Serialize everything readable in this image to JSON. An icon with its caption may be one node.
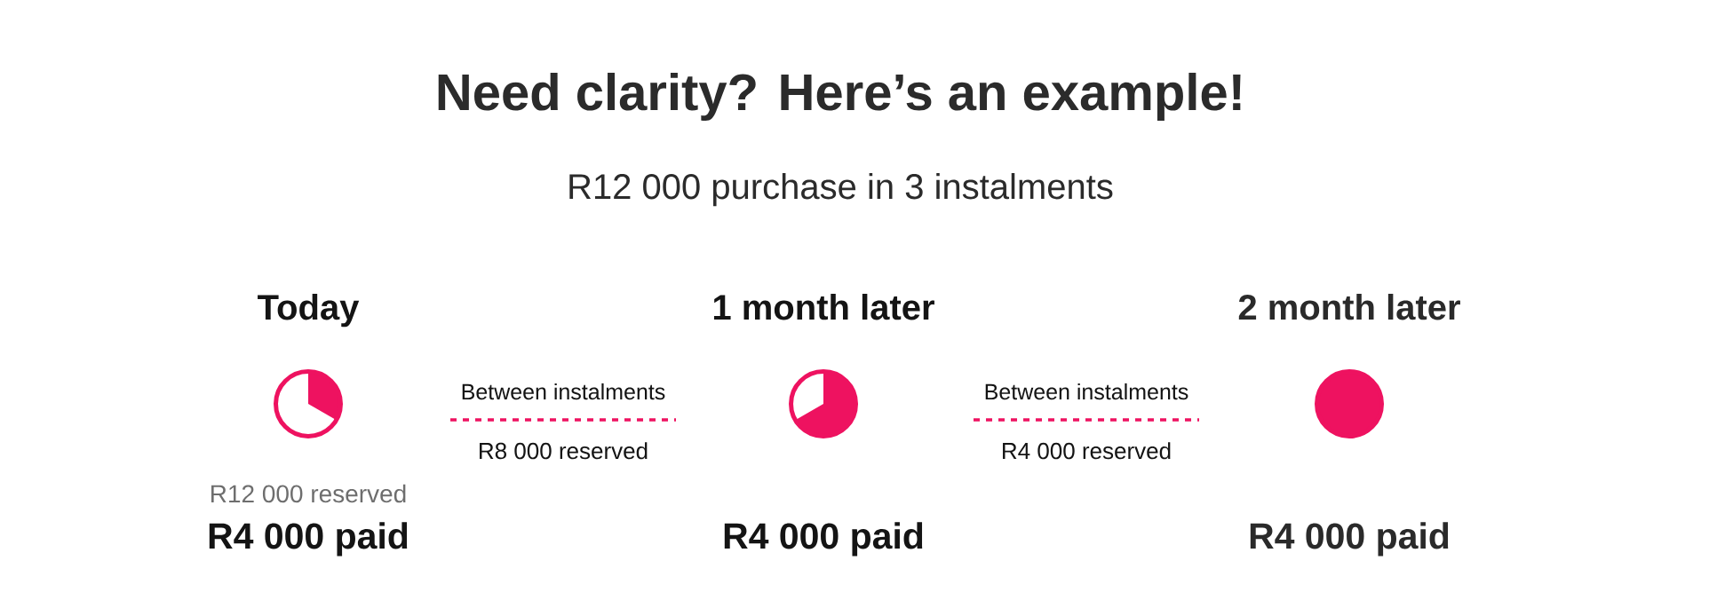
{
  "diagram": {
    "title": "Need clarity? Here’s an example!",
    "nodes": [
      {
        "text": [
          "Today"
        ],
        "beside": [
          "R12 000 reserved",
          "R4 000 paid"
        ]
      },
      {
        "text": [
          "1 month later"
        ],
        "beside": [
          "R4 000 paid"
        ]
      },
      {
        "text": [
          "2 month later"
        ],
        "beside": [
          "R4 000 paid"
        ]
      }
    ],
    "labels": [
      "R12 000 purchase in 3 instalments",
      "Between instalments",
      "R8 000 reserved",
      "Between instalments",
      "R4 000 reserved"
    ]
  }
}
